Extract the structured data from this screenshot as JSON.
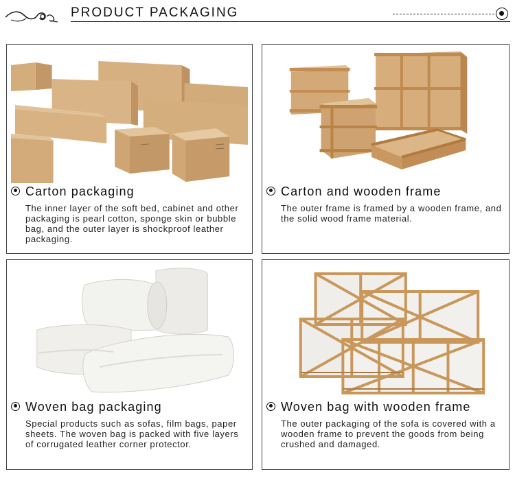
{
  "header": {
    "title": "PRODUCT PACKAGING"
  },
  "cards": [
    {
      "heading": "Carton packaging",
      "description": "The inner layer of the soft bed, cabinet and other packaging is pearl cotton, sponge skin or bubble bag, and the outer layer is shockproof leather packaging."
    },
    {
      "heading": "Carton and wooden frame",
      "description": "The outer frame is framed by a wooden frame, and the solid wood frame material."
    },
    {
      "heading": "Woven bag packaging",
      "description": "Special products such as sofas, film bags, paper sheets. The woven bag is packed with five layers of corrugated leather corner protector."
    },
    {
      "heading": "Woven bag with wooden frame",
      "description": "The outer packaging of the sofa is covered with a wooden frame to prevent the goods from being crushed and damaged."
    }
  ],
  "colors": {
    "cardboard": "#d2a978",
    "cardboard_dark": "#b98c5a",
    "wood": "#c9975a",
    "wrap": "#f1f1ef",
    "border": "#444444"
  }
}
